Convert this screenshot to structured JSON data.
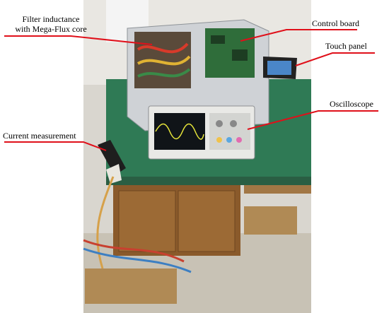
{
  "labels": {
    "filter_inductance_line1": "Filter inductance",
    "filter_inductance_line2": "with Mega-Flux core",
    "control_board": "Control board",
    "touch_panel": "Touch panel",
    "oscilloscope": "Oscilloscope",
    "current_measurement": "Current measurement"
  },
  "colors": {
    "callout_line": "#e0101a",
    "label_text": "#000000"
  }
}
